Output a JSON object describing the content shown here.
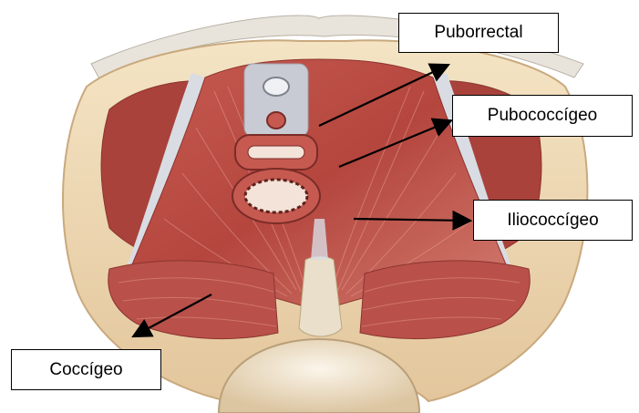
{
  "labels": {
    "puborrectal": "Puborrectal",
    "pubococcigeo": "Pubococcígeo",
    "iliococcigeo": "Iliococcígeo",
    "coccigeo": "Coccígeo"
  },
  "colors": {
    "background": "#ffffff",
    "muscle": "#b4463e",
    "muscle_light": "#d2786c",
    "bone": "#ecd6b0",
    "fascia": "#d9dce3",
    "arrow": "#000000"
  }
}
